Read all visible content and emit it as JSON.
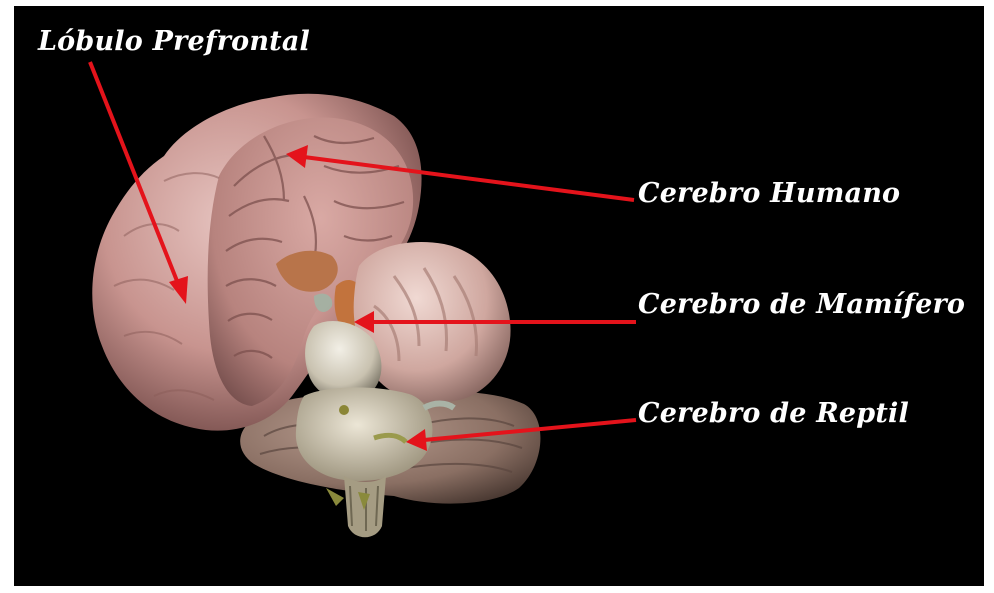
{
  "labels": {
    "prefrontal": "Lóbulo Prefrontal",
    "human_brain": "Cerebro Humano",
    "mammal_brain": "Cerebro de Mamífero",
    "reptile_brain": "Cerebro de Reptil"
  },
  "colors": {
    "background": "#000000",
    "arrow": "#e4131b",
    "label_text": "#ffffff",
    "cortex": "#c99a96",
    "limbic": "#d8b7ad",
    "brainstem": "#cfc8b6",
    "cerebellum": "#8f7467"
  }
}
